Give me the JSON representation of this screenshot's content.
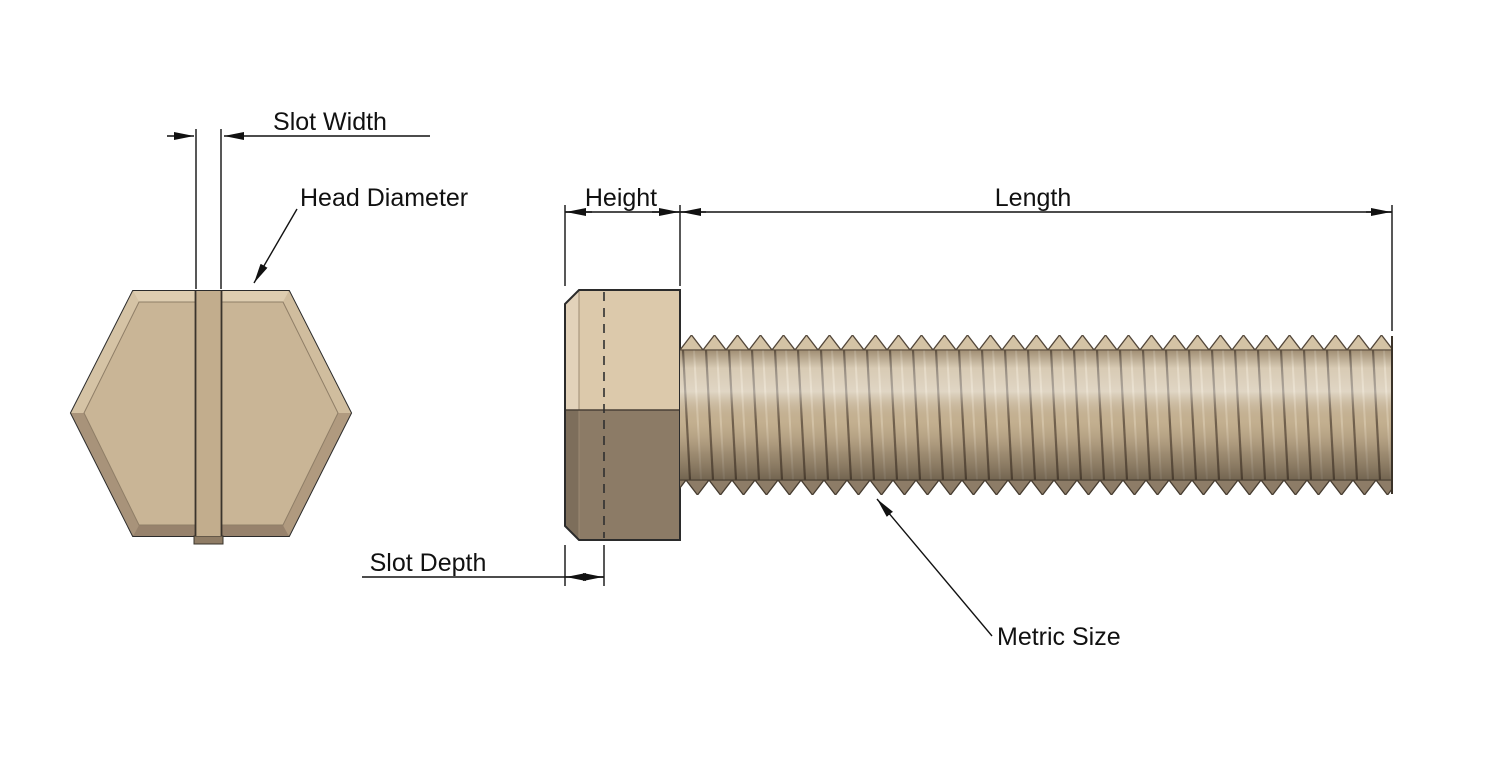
{
  "diagram": {
    "labels": {
      "slot_width": "Slot Width",
      "head_diameter": "Head Diameter",
      "height": "Height",
      "length": "Length",
      "slot_depth": "Slot Depth",
      "metric_size": "Metric Size"
    },
    "colors": {
      "background": "#ffffff",
      "dimension_line": "#111111",
      "brass_light": "#dcc9ab",
      "brass_mid": "#c7b494",
      "brass_shadow": "#8c7b66"
    }
  }
}
